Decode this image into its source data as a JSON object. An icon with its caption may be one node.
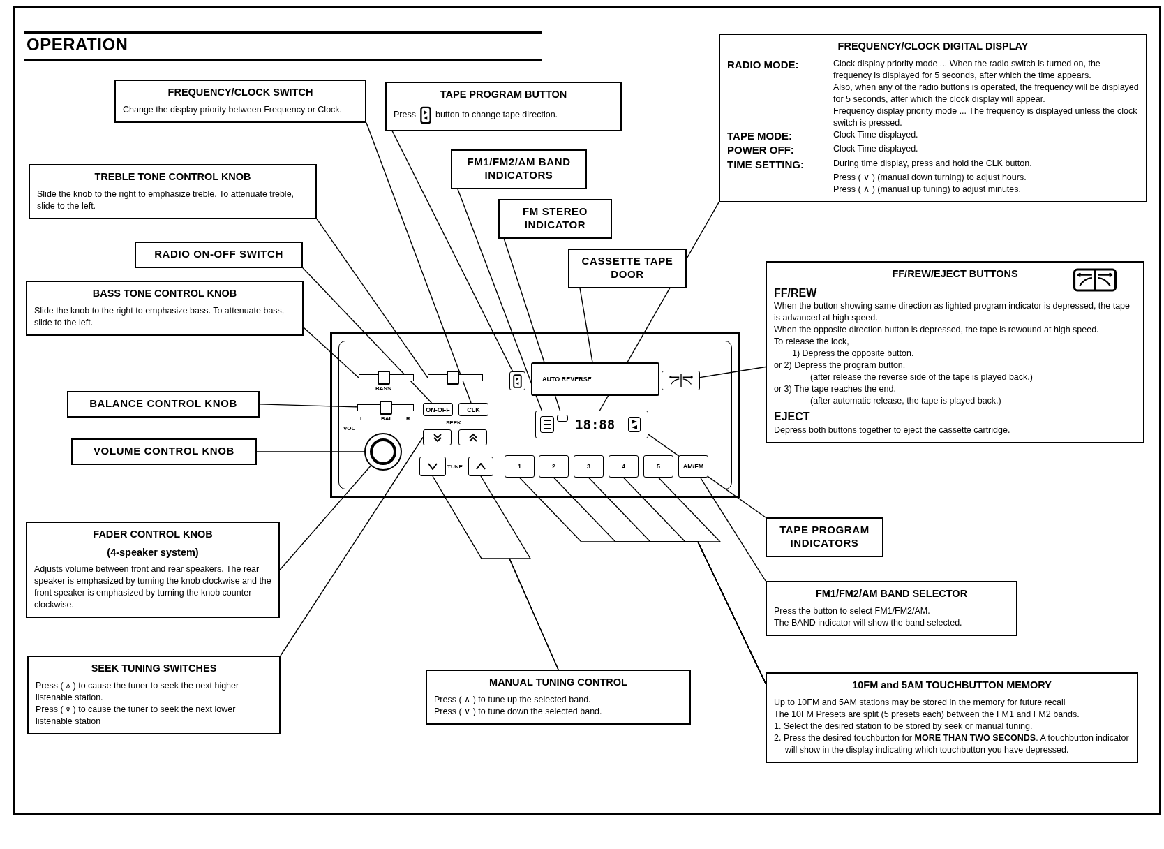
{
  "diagram": {
    "title": "OPERATION",
    "nodes": [
      {
        "text": [
          "FREQUENCY/CLOCK SWITCH",
          "Change the display priority between Frequency or Clock."
        ]
      },
      {
        "text": [
          "TAPE PROGRAM BUTTON",
          "Press",
          "button to change tape direction."
        ]
      },
      {
        "text": [
          "FM1/FM2/AM BAND INDICATORS"
        ]
      },
      {
        "text": [
          "FM STEREO INDICATOR"
        ]
      },
      {
        "text": [
          "CASSETTE TAPE DOOR"
        ]
      },
      {
        "text": [
          "FREQUENCY/CLOCK DIGITAL DISPLAY",
          "RADIO MODE:",
          "Clock display priority mode ... When the radio switch is turned on, the frequency is displayed for 5 seconds, after which the time appears.",
          "Also, when any of the radio buttons is operated, the frequency will be displayed for 5 seconds, after which the clock display will appear.",
          "Frequency display priority mode ... The frequency is displayed unless the clock switch is pressed.",
          "TAPE MODE:",
          "Clock Time displayed.",
          "POWER OFF:",
          "Clock Time displayed.",
          "TIME SETTING:",
          "During time display, press and hold the CLK button.",
          "Press ( ∨ ) (manual down turning) to adjust hours.",
          "Press ( ∧ ) (manual up tuning) to adjust minutes."
        ]
      },
      {
        "text": [
          "TREBLE TONE CONTROL KNOB",
          "Slide the knob to the right to emphasize treble. To attenuate treble, slide to the left."
        ]
      },
      {
        "text": [
          "RADIO ON-OFF SWITCH"
        ]
      },
      {
        "text": [
          "BASS TONE CONTROL KNOB",
          "Slide the knob to the right to emphasize bass. To attenuate bass, slide to the left."
        ]
      },
      {
        "text": [
          "FF/REW/EJECT BUTTONS",
          "FF/REW",
          "When the button showing same direction as lighted program indicator is depressed, the tape is advanced at high speed.",
          "When the opposite direction button is depressed, the tape is rewound at high speed.",
          "To release the lock,",
          "1) Depress the opposite button.",
          "or 2) Depress the program button.",
          "(after release the reverse side of the tape is played back.)",
          "or 3) The tape reaches the end.",
          "(after automatic release, the tape is played back.)",
          "EJECT",
          "Depress both buttons together to eject the cassette cartridge."
        ]
      },
      {
        "text": [
          "BALANCE CONTROL KNOB"
        ]
      },
      {
        "text": [
          "VOLUME CONTROL KNOB"
        ]
      },
      {
        "text": [
          "TAPE PROGRAM INDICATORS"
        ]
      },
      {
        "text": [
          "FADER CONTROL KNOB",
          "(4-speaker system)",
          "Adjusts volume between front and rear speakers. The rear speaker is emphasized by turning the knob clockwise and the front speaker is emphasized by turning the knob counter clockwise."
        ]
      },
      {
        "text": [
          "FM1/FM2/AM BAND SELECTOR",
          "Press the button to select FM1/FM2/AM.",
          "The BAND indicator will show the band selected."
        ]
      },
      {
        "text": [
          "SEEK TUNING SWITCHES",
          "Press ( ⩓ ) to cause the tuner to seek the next higher listenable station.",
          "Press ( ⩔ ) to cause the tuner to seek the next lower listenable station"
        ]
      },
      {
        "text": [
          "MANUAL TUNING CONTROL",
          "Press ( ∧ ) to tune up the selected band.",
          "Press ( ∨ ) to tune down the selected band."
        ]
      },
      {
        "text": [
          "10FM and 5AM TOUCHBUTTON MEMORY",
          "Up to 10FM and 5AM stations may be stored in the memory for future recall",
          "The 10FM Presets are split (5 presets each) between the FM1 and FM2 bands.",
          "1. Select the desired station to be stored by seek or manual tuning.",
          "2. Press the desired touchbutton for **MORE THAN TWO SECONDS**. A touchbutton indicator will show in the display indicating which touchbutton you have depressed."
        ]
      },
      {
        "text": [],
        "shape": "box"
      },
      {
        "text": [],
        "shape": "bar",
        "in": 18
      },
      {
        "text": [],
        "shape": "bar",
        "in": 18
      },
      {
        "text": [],
        "shape": "box",
        "in": 18
      },
      {
        "text": [
          "AUTO REVERSE"
        ],
        "in": 18
      },
      {
        "text": [],
        "shape": "box",
        "in": 18
      },
      {
        "text": [],
        "shape": "bar",
        "in": 18,
        "beside": [
          "L",
          "BAL",
          "R"
        ]
      },
      {
        "text": [
          "ON-OFF"
        ],
        "in": 18
      },
      {
        "text": [
          "CLK"
        ],
        "in": 18
      },
      {
        "text": [
          "18:88"
        ],
        "in": 18
      },
      {
        "text": [],
        "shape": "box",
        "in": 27
      },
      {
        "text": [],
        "shape": "box",
        "in": 27
      },
      {
        "text": [],
        "shape": "box",
        "in": 27
      },
      {
        "text": [],
        "shape": "box",
        "in": 18
      },
      {
        "text": [],
        "shape": "box",
        "in": 18
      },
      {
        "text": [],
        "shape": "circle",
        "in": 18
      },
      {
        "text": [],
        "shape": "circle",
        "in": 33
      },
      {
        "text": [],
        "shape": "box",
        "in": 18
      },
      {
        "text": [],
        "shape": "box",
        "in": 18
      },
      {
        "text": [
          "1"
        ],
        "in": 18
      },
      {
        "text": [
          "2"
        ],
        "in": 18
      },
      {
        "text": [
          "3"
        ],
        "in": 18
      },
      {
        "text": [
          "4"
        ],
        "in": 18
      },
      {
        "text": [
          "5"
        ],
        "in": 18
      },
      {
        "text": [
          "AM/FM"
        ],
        "in": 18
      }
    ],
    "edges": [
      {
        "from": 0,
        "to": 26,
        "arrow": "none"
      },
      {
        "from": 1,
        "to": 21,
        "arrow": "none"
      },
      {
        "from": 2,
        "to": 28,
        "arrow": "none"
      },
      {
        "from": 3,
        "to": 29,
        "arrow": "none"
      },
      {
        "from": 4,
        "to": 22,
        "arrow": "none"
      },
      {
        "from": 5,
        "to": 27,
        "arrow": "none"
      },
      {
        "from": 6,
        "to": 20,
        "arrow": "none"
      },
      {
        "from": 7,
        "to": 25,
        "arrow": "none"
      },
      {
        "from": 8,
        "to": 19,
        "arrow": "none"
      },
      {
        "from": 9,
        "to": 23,
        "arrow": "none"
      },
      {
        "from": 10,
        "to": 24,
        "arrow": "none"
      },
      {
        "from": 11,
        "to": 34,
        "arrow": "none"
      },
      {
        "from": 12,
        "to": 30,
        "arrow": "none"
      },
      {
        "from": 13,
        "to": 33,
        "arrow": "none"
      },
      {
        "from": 14,
        "to": 42,
        "arrow": "none"
      },
      {
        "from": 15,
        "to": 31,
        "arrow": "none"
      },
      {
        "from": 16,
        "to": 35,
        "arrow": "none"
      },
      {
        "from": 16,
        "to": 36,
        "arrow": "none"
      },
      {
        "from": 17,
        "to": 37,
        "arrow": "none"
      },
      {
        "from": 17,
        "to": 38,
        "arrow": "none"
      },
      {
        "from": 17,
        "to": 39,
        "arrow": "none"
      },
      {
        "from": 17,
        "to": 40,
        "arrow": "none"
      },
      {
        "from": 17,
        "to": 41,
        "arrow": "none"
      }
    ],
    "labels": [
      "BASS",
      "VOL",
      "SEEK",
      "TUNE"
    ]
  }
}
